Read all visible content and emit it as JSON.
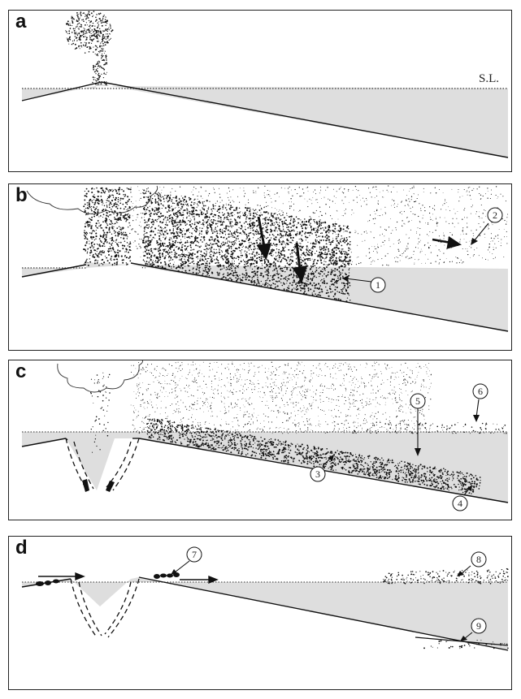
{
  "panels": [
    {
      "id": "a",
      "label": "a"
    },
    {
      "id": "b",
      "label": "b"
    },
    {
      "id": "c",
      "label": "c"
    },
    {
      "id": "d",
      "label": "d"
    }
  ],
  "sea_level_label": "S.L.",
  "callouts": [
    "1",
    "2",
    "3",
    "4",
    "5",
    "6",
    "7",
    "8",
    "9"
  ],
  "colors": {
    "sea": "#dedede",
    "ink": "#111111",
    "frame": "#222222"
  }
}
